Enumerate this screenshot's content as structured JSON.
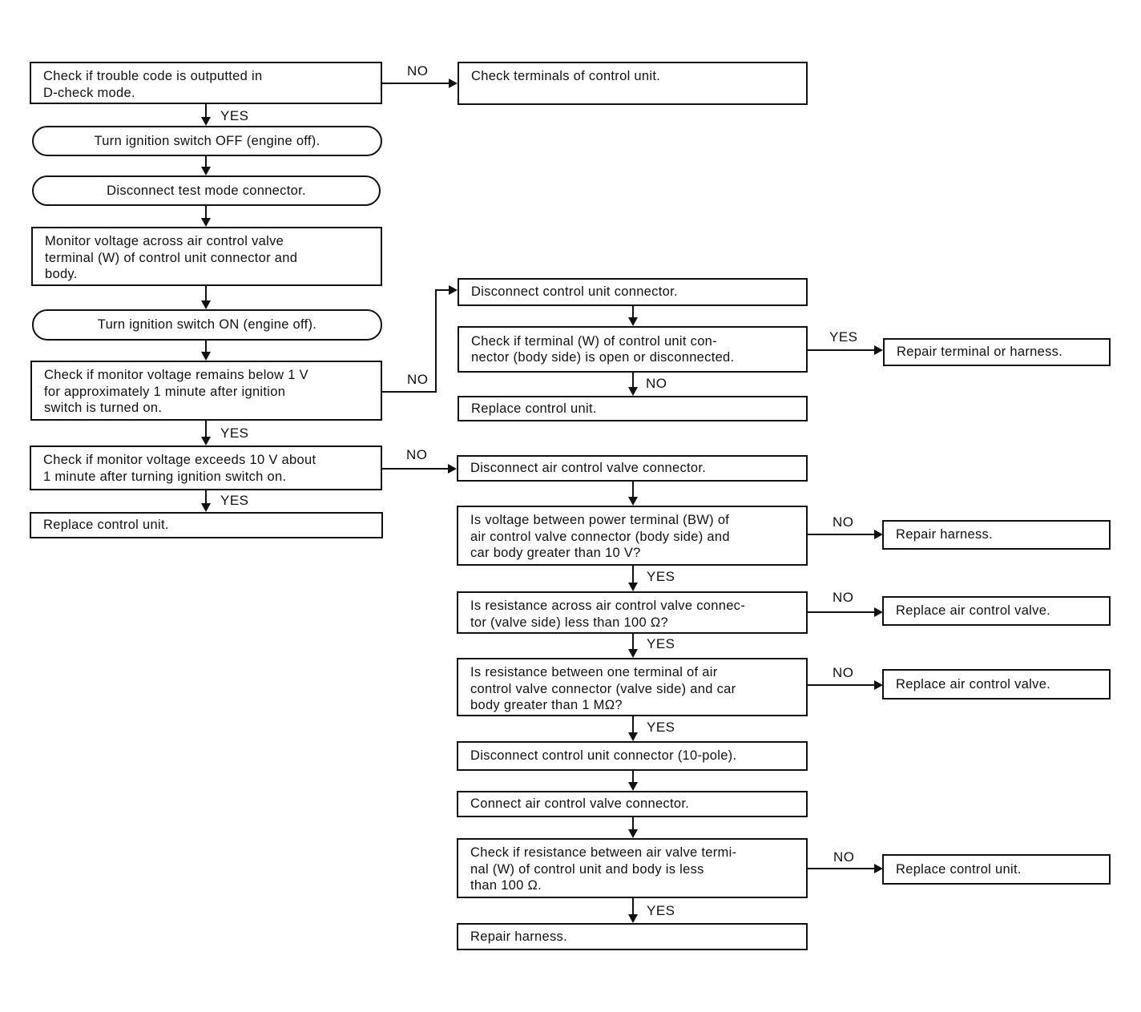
{
  "nodes": {
    "n1": "Check if trouble code is outputted in\nD-check mode.",
    "n2": "Turn ignition switch OFF (engine off).",
    "n3": "Disconnect test mode connector.",
    "n4": "Monitor voltage across air control valve\nterminal (W) of control unit connector and\nbody.",
    "n5": "Turn ignition switch ON (engine off).",
    "n6": "Check if monitor voltage remains below 1 V\nfor approximately 1 minute after ignition\nswitch is turned on.",
    "n7": "Check if monitor voltage exceeds 10 V about\n1 minute after turning ignition switch on.",
    "n8": "Replace control unit.",
    "r1": "Check terminals of control unit.",
    "r2": "Disconnect control unit connector.",
    "r3": "Check if terminal (W) of control unit con-\nnector (body side) is open or disconnected.",
    "r4": "Replace control unit.",
    "r5": "Disconnect air control valve connector.",
    "r6": "Is voltage between power terminal (BW) of\nair control valve connector (body side) and\ncar body greater than 10 V?",
    "r7": "Is resistance across air control valve connec-\ntor (valve side) less than 100 Ω?",
    "r8": "Is resistance between one terminal of air\ncontrol valve connector (valve side) and car\nbody greater than 1 MΩ?",
    "r9": "Disconnect control unit connector (10-pole).",
    "r10": "Connect air control valve connector.",
    "r11": "Check if resistance between air valve termi-\nnal (W) of control unit and body is less\nthan 100 Ω.",
    "r12": "Repair harness.",
    "f1": "Repair terminal or harness.",
    "f2": "Repair harness.",
    "f3": "Replace air control valve.",
    "f4": "Replace air control valve.",
    "f5": "Replace control unit."
  },
  "labels": {
    "no_n1": "NO",
    "yes_n1": "YES",
    "no_n6": "NO",
    "yes_n6": "YES",
    "no_n7": "NO",
    "yes_n7": "YES",
    "yes_r3": "YES",
    "no_r3": "NO",
    "no_r6": "NO",
    "yes_r6": "YES",
    "no_r7": "NO",
    "yes_r7": "YES",
    "no_r8": "NO",
    "yes_r8": "YES",
    "no_r11": "NO",
    "yes_r11": "YES"
  }
}
